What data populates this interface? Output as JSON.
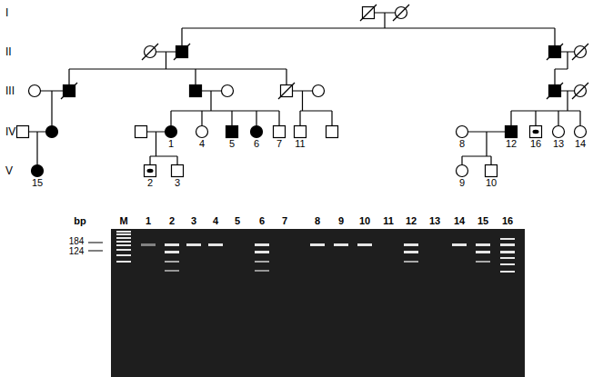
{
  "diagram": {
    "nodes": [
      {
        "text": [
          "1"
        ]
      },
      {
        "text": [
          "4"
        ]
      },
      {
        "text": [
          "5"
        ]
      },
      {
        "text": [
          "6"
        ]
      },
      {
        "text": [
          "7"
        ]
      },
      {
        "text": [
          "11"
        ]
      },
      {
        "text": [
          "8"
        ]
      },
      {
        "text": [
          "12"
        ]
      },
      {
        "text": [
          "16"
        ]
      },
      {
        "text": [
          "13"
        ]
      },
      {
        "text": [
          "14"
        ]
      },
      {
        "text": [
          "15"
        ]
      },
      {
        "text": [
          "2"
        ]
      },
      {
        "text": [
          "3"
        ]
      },
      {
        "text": [
          "9"
        ]
      },
      {
        "text": [
          "10"
        ]
      }
    ],
    "edges": [
      {
        "from": 6,
        "to": 7,
        "arrow": "none"
      }
    ],
    "labels": [
      "I",
      "II",
      "III",
      "IV",
      "V",
      "bp",
      "M",
      "1",
      "2",
      "3",
      "4",
      "5",
      "6",
      "7",
      "8",
      "9",
      "10",
      "11",
      "12",
      "13",
      "14",
      "15",
      "16",
      "184",
      "124"
    ]
  }
}
